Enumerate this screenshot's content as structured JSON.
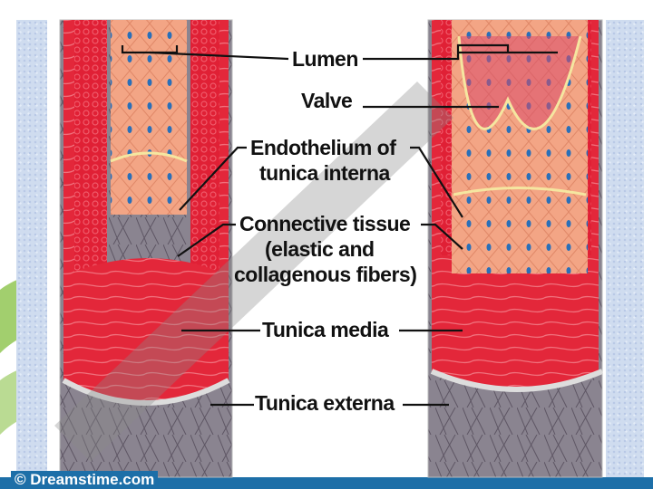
{
  "labels": {
    "lumen": "Lumen",
    "valve": "Valve",
    "endothelium_line1": "Endothelium of",
    "endothelium_line2": "tunica interna",
    "connective_line1": "Connective tissue",
    "connective_line2": "(elastic and",
    "connective_line3": "collagenous fibers)",
    "tunica_media": "Tunica media",
    "tunica_externa": "Tunica externa"
  },
  "credit": "© Dreamstime.com",
  "colors": {
    "bottom_bar": "#1d6fa8",
    "muscle": "#e3273a",
    "endothelium": "#f0a080",
    "externa": "#8d8590",
    "nucleus": "#2a6fb8"
  }
}
